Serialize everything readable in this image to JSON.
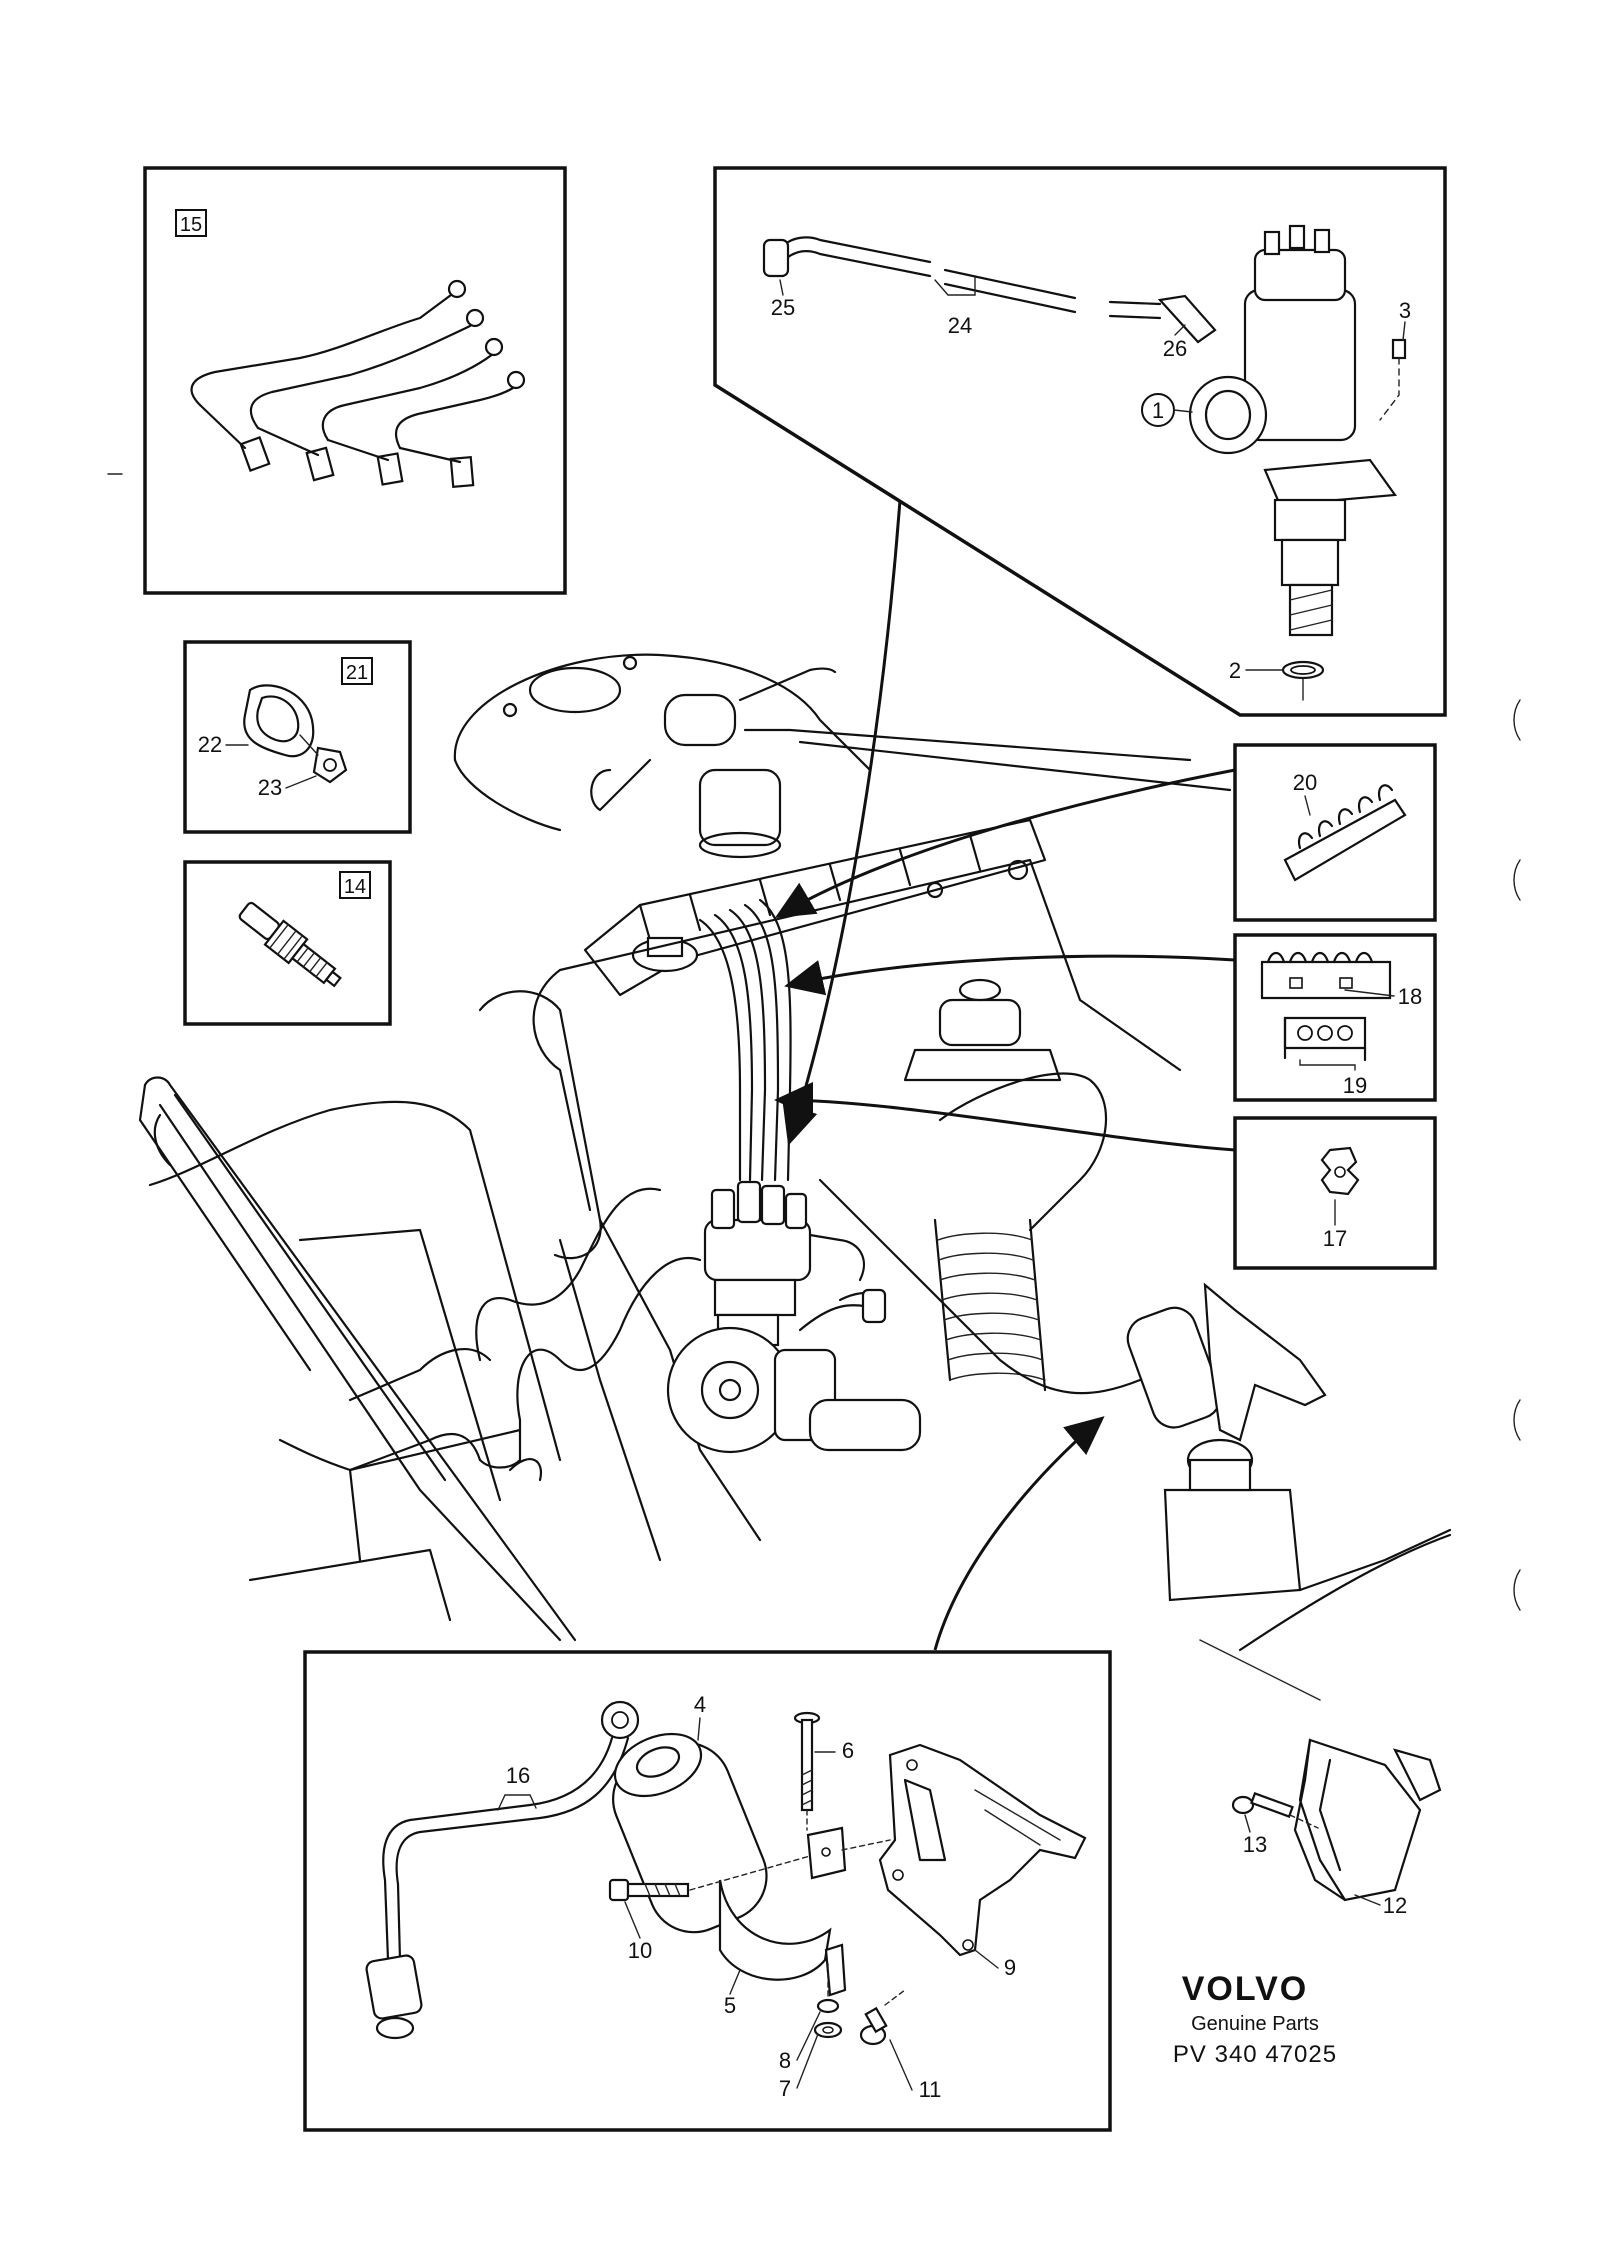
{
  "callouts": {
    "n1": "1",
    "n2": "2",
    "n3": "3",
    "n4": "4",
    "n5": "5",
    "n6": "6",
    "n7": "7",
    "n8": "8",
    "n9": "9",
    "n10": "10",
    "n11": "11",
    "n12": "12",
    "n13": "13",
    "n14": "14",
    "n15": "15",
    "n16": "16",
    "n17": "17",
    "n18": "18",
    "n19": "19",
    "n20": "20",
    "n21": "21",
    "n22": "22",
    "n23": "23",
    "n24": "24",
    "n25": "25",
    "n26": "26"
  },
  "footer": {
    "brand": "VOLVO",
    "tagline": "Genuine Parts",
    "reference": "PV 340 47025"
  }
}
